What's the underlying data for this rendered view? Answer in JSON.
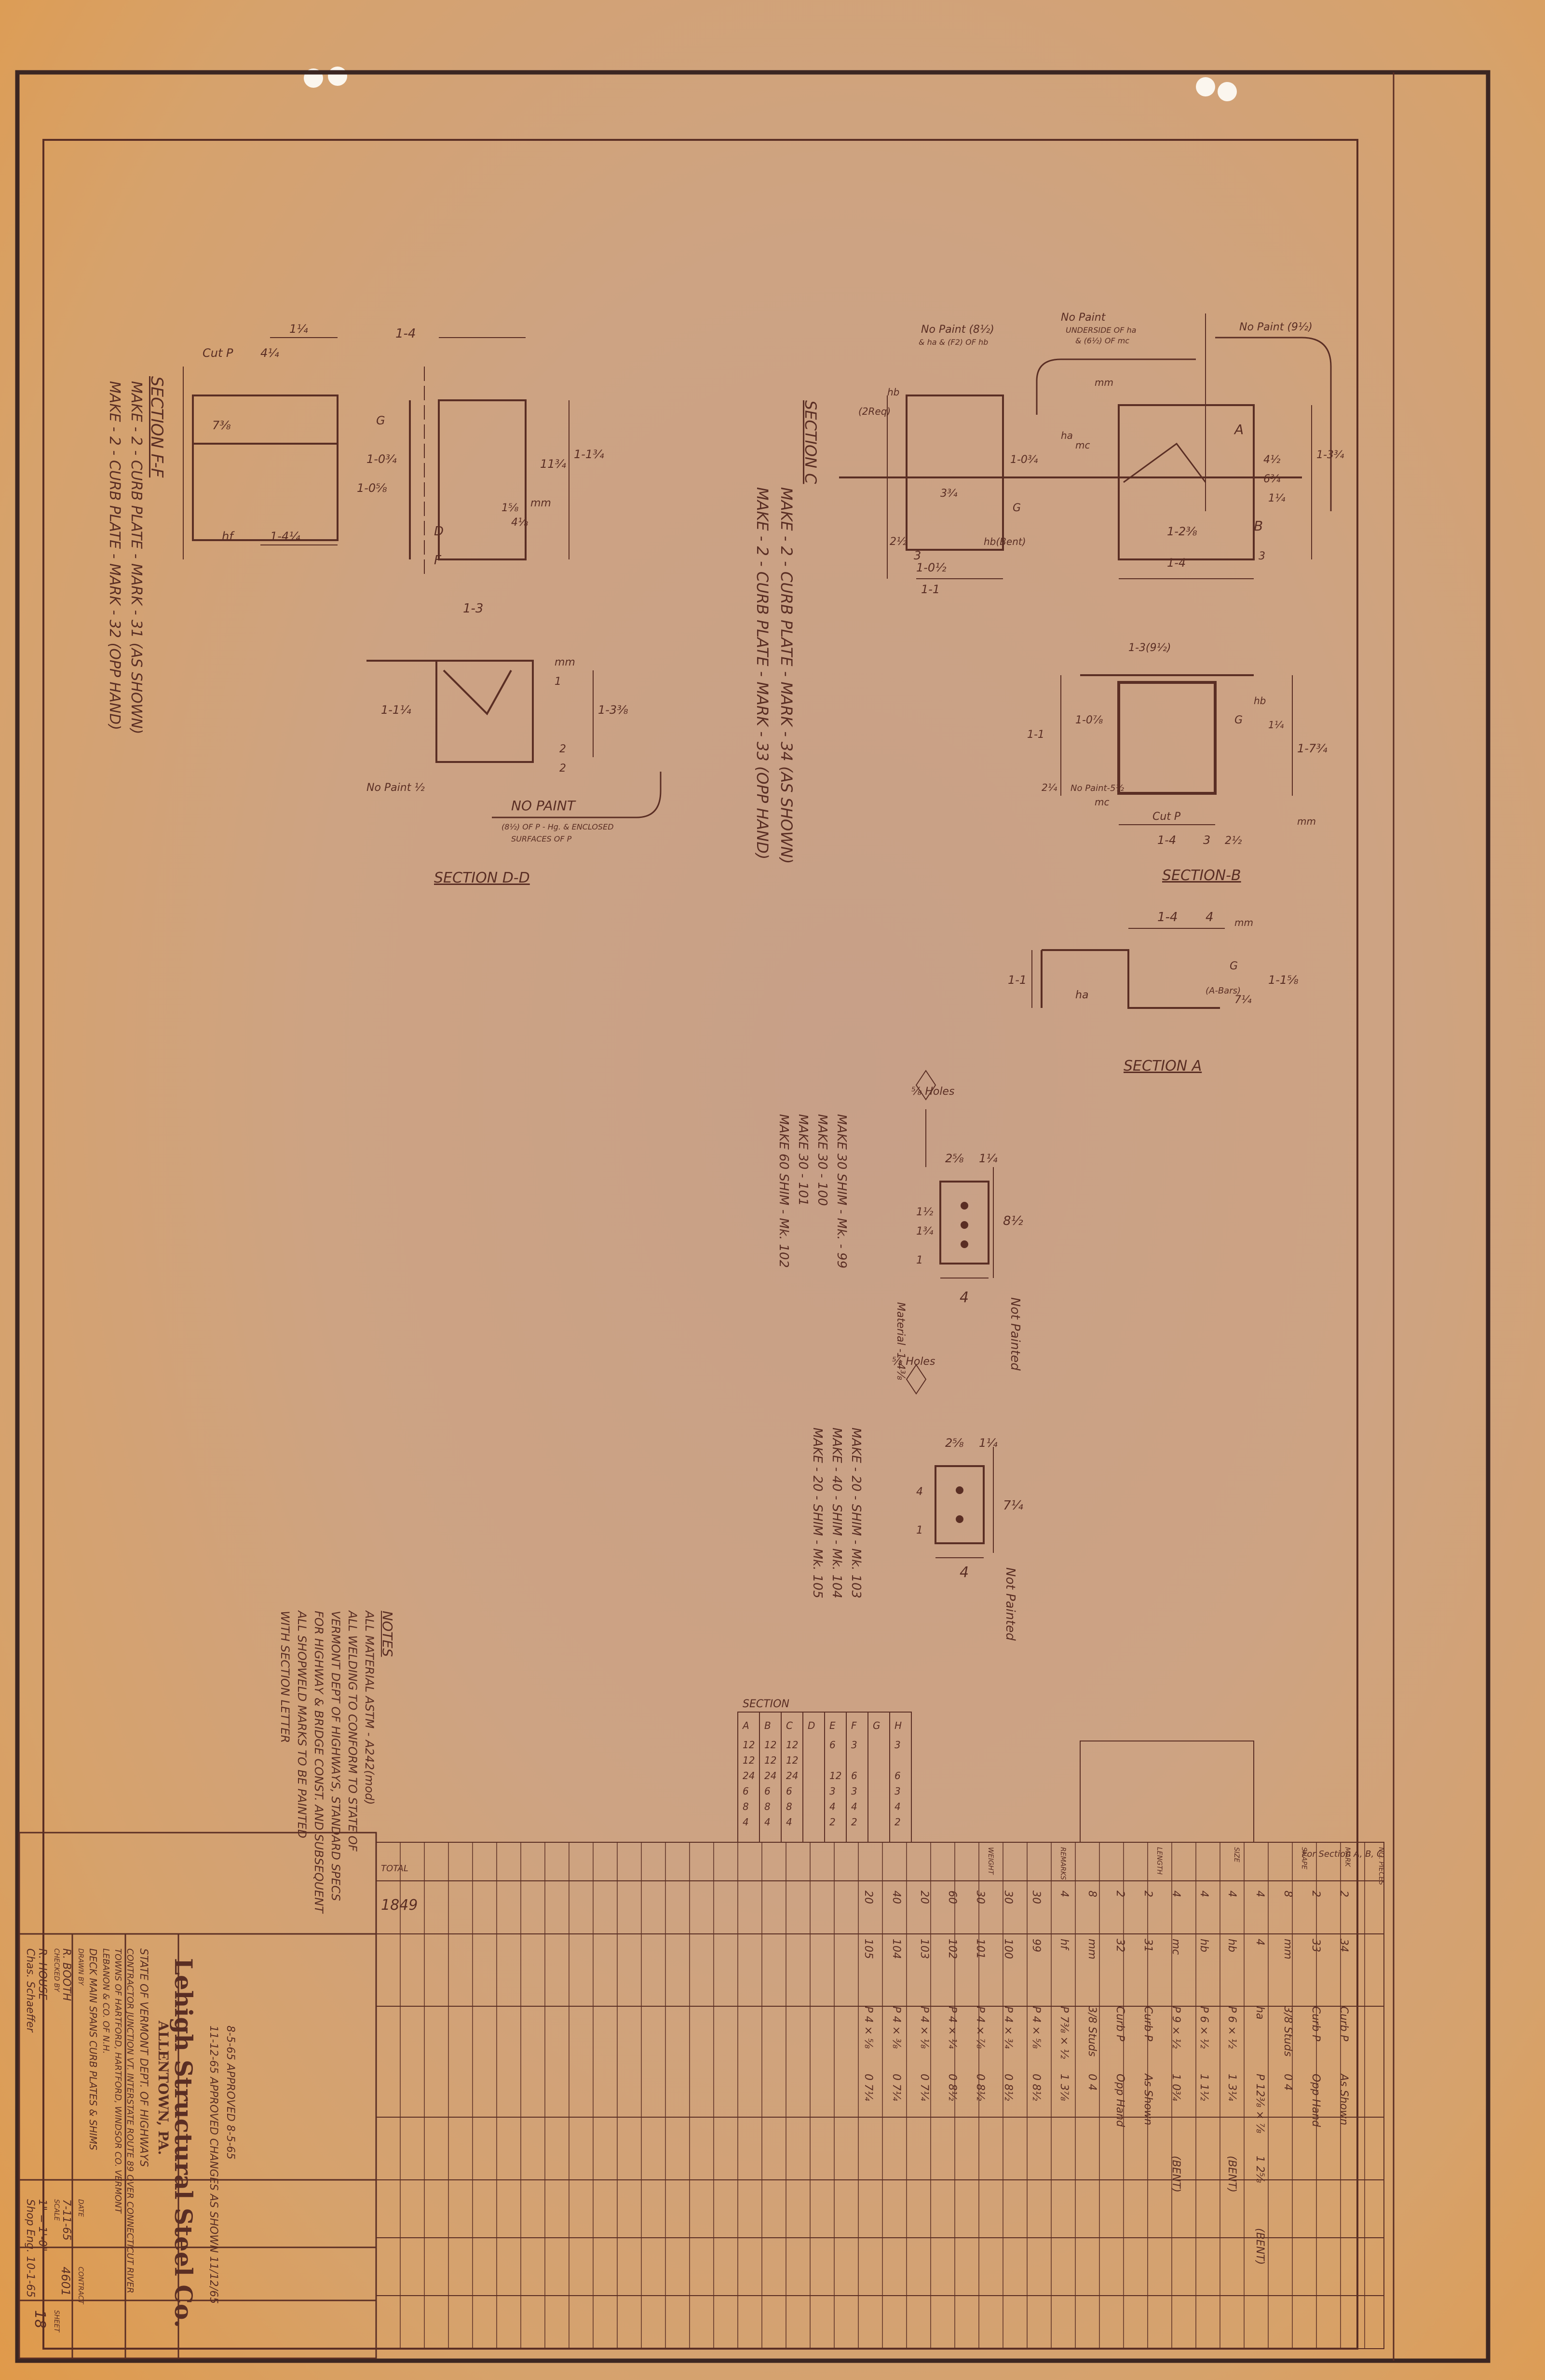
{
  "colors": {
    "paper": "#cda383",
    "edge": "#e09a4a",
    "ink": "#5a2e24",
    "border": "#3b2622"
  },
  "views": {
    "section_ff": {
      "title": "SECTION F-F",
      "dims": [
        "1-4",
        "1¼",
        "4¼",
        "1-1¾",
        "11¾",
        "1-0⅝",
        "1-4¼",
        "1-0¾",
        "1⅝",
        "4⅛",
        "7⅜"
      ],
      "marks": [
        "Cut P",
        "hf",
        "G",
        "D",
        "F",
        "mm"
      ]
    },
    "section_dd": {
      "title": "SECTION D-D",
      "dims": [
        "1-3",
        "1-1¼",
        "1-3⅜",
        "2",
        "2",
        "1"
      ],
      "marks": [
        "No Paint ½",
        "mm"
      ],
      "note": [
        "NO PAINT",
        "(8½) OF P - Hg. & ENCLOSED",
        "SURFACES OF P"
      ]
    },
    "section_c": {
      "title": "SECTION C",
      "dims": [
        "3",
        "1-0½",
        "1-1",
        "1-0¾",
        "3¾",
        "2½",
        "1-2⅜",
        "1-4",
        "1-3¾",
        "6¾",
        "3",
        "4½",
        "1¼"
      ],
      "marks": [
        "hb",
        "(2Req)",
        "mm",
        "mc",
        "ha",
        "hb(Bent)",
        "G",
        "A",
        "B"
      ],
      "notes": [
        "No Paint (8½)",
        "& ha & (F2) OF hb",
        "No Paint",
        "UNDERSIDE OF ha",
        "& (6½) OF mc",
        "No Paint (9½)"
      ]
    },
    "section_b": {
      "title": "SECTION-B",
      "dims": [
        "1-3(9½)",
        "1-0⅞",
        "1-1",
        "1-7¾",
        "1-4",
        "3",
        "2½",
        "2¼",
        "1¼"
      ],
      "marks": [
        "Cut P",
        "mm",
        "mc",
        "No Paint-5½",
        "hb",
        "G"
      ]
    },
    "section_a": {
      "title": "SECTION A",
      "dims": [
        "1-4",
        "4",
        "1-1",
        "1-1⅝",
        "7¼"
      ],
      "marks": [
        "ha",
        "mm",
        "G",
        "(A-Bars)"
      ]
    },
    "shims_1": {
      "callout": "⅝ Holes",
      "dims": [
        "2⅝",
        "1¼",
        "8½",
        "1½",
        "1¾",
        "4",
        "1"
      ],
      "note_bottom": "Not Painted",
      "material": "Material -1-4⅜",
      "makes": [
        "MAKE 30 SHIM - Mk. - 99",
        "MAKE 30 - 100",
        "MAKE 30 - 101",
        "MAKE 60 SHIM - Mk. 102"
      ]
    },
    "shims_2": {
      "callout": "⅝ Holes",
      "dims": [
        "2⅝",
        "1¼",
        "7¼",
        "4",
        "4",
        "1"
      ],
      "note_bottom": "Not Painted",
      "makes": [
        "MAKE - 20 - SHIM - Mk. 103",
        "MAKE - 40 - SHIM - Mk. 104",
        "MAKE - 20 - SHIM - Mk. 105"
      ]
    }
  },
  "make_notes": [
    "MAKE - 2 - CURB PLATE - MARK - 31 (AS SHOWN)",
    "MAKE - 2 - CURB PLATE - MARK - 32 (OPP HAND)",
    "MAKE - 2 - CURB PLATE - MARK - 34 (AS SHOWN)",
    "MAKE - 2 - CURB PLATE - MARK - 33 (OPP HAND)"
  ],
  "notes": {
    "title": "NOTES",
    "lines": [
      "ALL MATERIAL ASTM - A242(mod)",
      "ALL WELDING TO CONFORM TO STATE OF",
      "VERMONT DEPT OF HIGHWAYS, STANDARD SPECS",
      "FOR HIGHWAY & BRIDGE CONST. AND SUBSEQUENT",
      "ALL SHOPWELD MARKS TO BE PAINTED",
      "WITH SECTION LETTER"
    ]
  },
  "section_table": {
    "header": "SECTION",
    "columns": [
      "A",
      "B",
      "C",
      "D",
      "E",
      "F",
      "G",
      "H"
    ],
    "rows": [
      [
        "12",
        "12",
        "12",
        "",
        "6",
        "3",
        "",
        "3"
      ],
      [
        "12",
        "12",
        "12",
        "",
        "",
        "",
        "",
        ""
      ],
      [
        "24",
        "24",
        "24",
        "",
        "12",
        "6",
        "",
        "6"
      ],
      [
        "6",
        "6",
        "6",
        "",
        "3",
        "3",
        "",
        "3"
      ],
      [
        "8",
        "8",
        "8",
        "",
        "4",
        "4",
        "",
        "4"
      ],
      [
        "4",
        "4",
        "4",
        "",
        "2",
        "2",
        "",
        "2"
      ]
    ]
  },
  "bill": {
    "header": [
      "NO. PIECES",
      "MARK",
      "SHAPE",
      "SIZE",
      "LENGTH",
      "REMARKS",
      "WEIGHT"
    ],
    "subheader": "For Section A, B, C",
    "total_label": "TOTAL",
    "total_value": "1849",
    "rows": [
      [
        "2",
        "34",
        "Curb P",
        "As Shown"
      ],
      [
        "2",
        "33",
        "Curb P",
        "Opp Hand"
      ],
      [
        "8",
        "mm",
        "3/8 Studs",
        "0 4",
        ""
      ],
      [
        "4",
        "4",
        "ha",
        "P 12⅜ × ⅞",
        "1 2⅝",
        "(BENT)"
      ],
      [
        "4",
        "hb",
        "P 6 × ½",
        "1 3¼",
        "(BENT)"
      ],
      [
        "4",
        "hb",
        "P 6 × ½",
        "1 1½"
      ],
      [
        "4",
        "mc",
        "P 9 × ½",
        "1 0¾",
        "(BENT)"
      ],
      [
        "2",
        "31",
        "Curb P",
        "As Shown"
      ],
      [
        "2",
        "32",
        "Curb P",
        "Opp Hand"
      ],
      [
        "8",
        "mm",
        "3/8 Studs",
        "0 4"
      ],
      [
        "4",
        "hf",
        "P 7⅜ × ½",
        "1 3⅞"
      ],
      [
        "30",
        "99",
        "P 4 × ⅝",
        "0 8½"
      ],
      [
        "30",
        "100",
        "P 4 × ¾",
        "0 8½"
      ],
      [
        "30",
        "101",
        "P 4 × ⅞",
        "0 8½"
      ],
      [
        "60",
        "102",
        "P 4 × ¼",
        "0 8½"
      ],
      [
        "20",
        "103",
        "P 4 × ⅛",
        "0 7¼"
      ],
      [
        "40",
        "104",
        "P 4 × ⅜",
        "0 7¼"
      ],
      [
        "20",
        "105",
        "P 4 × ⅝",
        "0 7¼"
      ]
    ]
  },
  "approval": {
    "line1": "8-5-65 APPROVED 8-5-65",
    "line2": "11-12-65 APPROVED CHANGES AS SHOWN 11/12/65"
  },
  "title_block": {
    "company": "Lehigh Structural Steel Co.",
    "city": "ALLENTOWN, PA.",
    "state": "STATE OF VERMONT DEPT. OF HIGHWAYS",
    "project_lines": [
      "CONTRACTOR JUNCTION VT. INTERSTATE ROUTE 89 OVER CONNECTICUT RIVER",
      "TOWNS OF HARTFORD, HARTFORD, WINDSOR CO. VERMONT",
      "LEBANON & CO. OF N.H."
    ],
    "drawing_title": "DECK MAIN SPANS CURB PLATES & SHIMS",
    "labels": [
      "DRAWN BY",
      "CHECKED BY",
      "DATE",
      "SCALE",
      "CONTRACT",
      "SHEET"
    ],
    "values": [
      "R. BOOTH",
      "R. HOUSE",
      "7-11-65",
      "1\" = 1'-0\"",
      "4601",
      "18"
    ],
    "signatures": [
      "Chas. Schaeffer",
      "Shop Eng. 10-1-65"
    ]
  }
}
